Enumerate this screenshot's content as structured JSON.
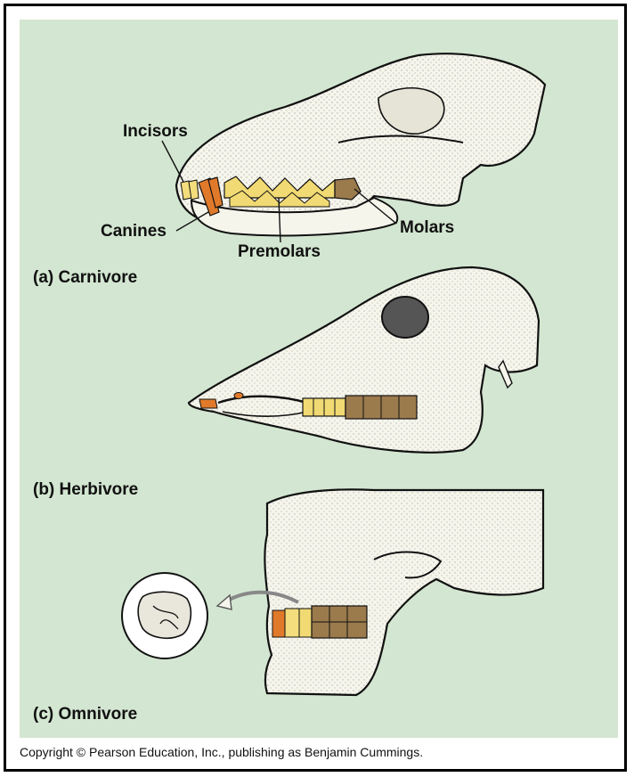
{
  "figure": {
    "labels": {
      "incisors": "Incisors",
      "canines": "Canines",
      "premolars": "Premolars",
      "molars": "Molars"
    },
    "panels": [
      {
        "caption": "(a) Carnivore"
      },
      {
        "caption": "(b) Herbivore"
      },
      {
        "caption": "(c) Omnivore"
      }
    ],
    "copyright": "Copyright © Pearson Education, Inc., publishing as Benjamin Cummings."
  },
  "colors": {
    "background": "#d3e6d1",
    "bone": "#f6f5ec",
    "incisor": "#f3dd7c",
    "canine": "#e07a2a",
    "premolar": "#f1da73",
    "molar": "#9b7a4c",
    "outline": "#111111"
  }
}
